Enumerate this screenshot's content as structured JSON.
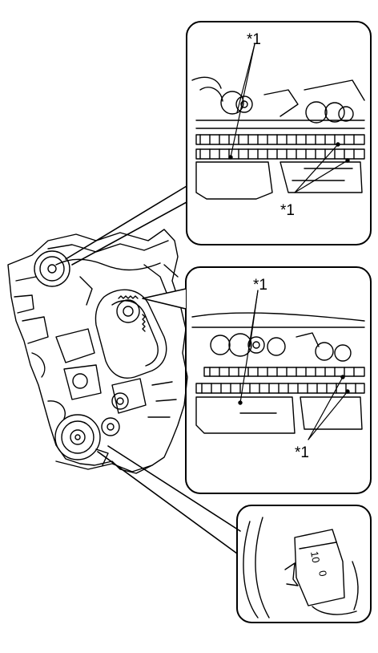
{
  "labels": {
    "detail1_top": "*1",
    "detail1_bottom": "*1",
    "detail2_top": "*1",
    "detail2_bottom": "*1",
    "detail3_mark_a": "10",
    "detail3_mark_b": "0"
  },
  "colors": {
    "line": "#000000",
    "background": "#ffffff"
  }
}
